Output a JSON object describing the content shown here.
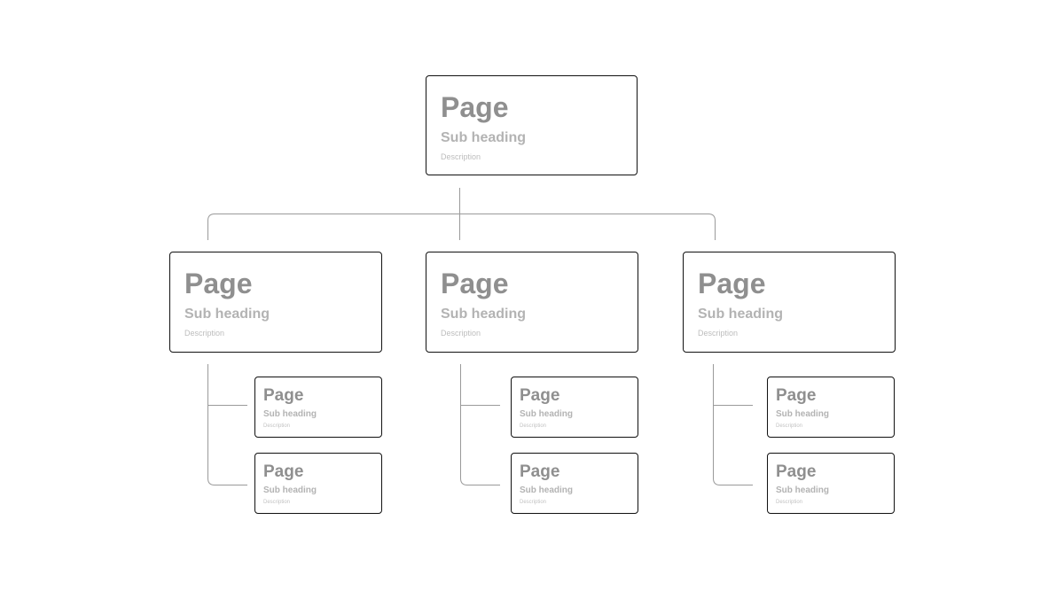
{
  "colors": {
    "border": "#111111",
    "connector": "#9a9a9a",
    "title": "#8f8f8f",
    "subheading": "#b3b3b3",
    "description": "#bdbdbd"
  },
  "root": {
    "title": "Page",
    "subheading": "Sub heading",
    "description": "Description"
  },
  "branches": [
    {
      "page": {
        "title": "Page",
        "subheading": "Sub heading",
        "description": "Description"
      },
      "children": [
        {
          "title": "Page",
          "subheading": "Sub heading",
          "description": "Description"
        },
        {
          "title": "Page",
          "subheading": "Sub heading",
          "description": "Description"
        }
      ]
    },
    {
      "page": {
        "title": "Page",
        "subheading": "Sub heading",
        "description": "Description"
      },
      "children": [
        {
          "title": "Page",
          "subheading": "Sub heading",
          "description": "Description"
        },
        {
          "title": "Page",
          "subheading": "Sub heading",
          "description": "Description"
        }
      ]
    },
    {
      "page": {
        "title": "Page",
        "subheading": "Sub heading",
        "description": "Description"
      },
      "children": [
        {
          "title": "Page",
          "subheading": "Sub heading",
          "description": "Description"
        },
        {
          "title": "Page",
          "subheading": "Sub heading",
          "description": "Description"
        }
      ]
    }
  ]
}
